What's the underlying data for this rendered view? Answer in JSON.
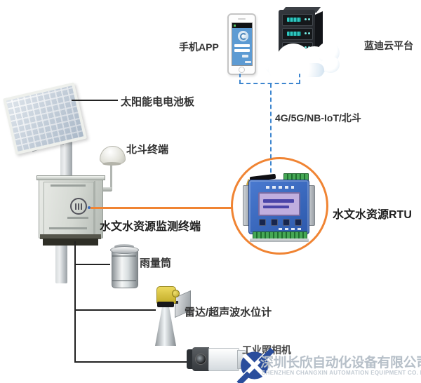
{
  "labels": {
    "phone_app": "手机APP",
    "cloud_platform": "蓝迪云平台",
    "network_link": "4G/5G/NB-IoT/北斗",
    "solar_panel": "太阳能电电池板",
    "beidou_terminal": "北斗终端",
    "monitoring_terminal": "水文水资源监测终端",
    "rtu": "水文水资源RTU",
    "rain_gauge": "雨量筒",
    "water_level_meter": "雷达/超声波水位计",
    "camera": "工业照相机"
  },
  "watermark": {
    "company_cn": "深圳长欣自动化设备有限公司",
    "company_en": "SHENZHEN CHANGXIN AUTOMATION EQUIPMENT CO. LTD"
  },
  "colors": {
    "dashed_link": "#3e86cf",
    "orange_accent": "#f08433",
    "solid_link": "#222222",
    "label_text": "#333333",
    "rtu_panel_blue": "#3a69c0",
    "terminal_green": "#46a856",
    "watermark_gray": "#b7c0c9",
    "logo_blue": "#2a4d9c"
  }
}
